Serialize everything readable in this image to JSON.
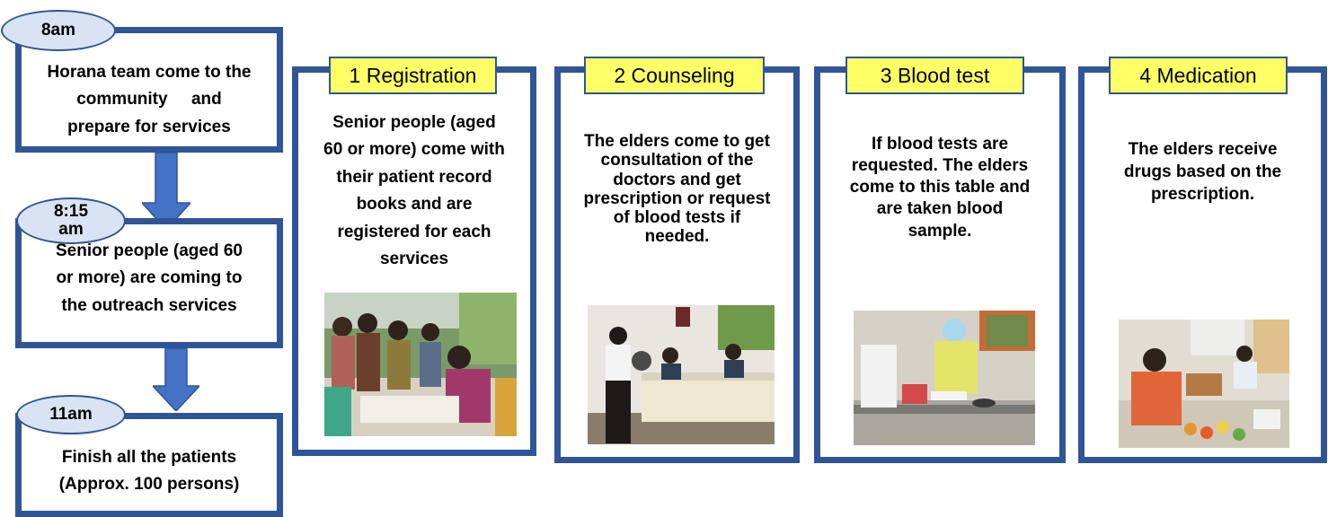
{
  "timeline": [
    {
      "time": "8am",
      "text_lines": [
        "Horana team come to the",
        "community     and",
        "prepare for services"
      ]
    },
    {
      "time_lines": [
        "8:15",
        "am"
      ],
      "text_lines": [
        "Senior people (aged 60",
        "or more) are coming to",
        "the outreach services"
      ]
    },
    {
      "time": "11am",
      "text_lines": [
        "Finish all the patients",
        "(Approx. 100 persons)"
      ]
    }
  ],
  "steps": [
    {
      "label": "1 Registration",
      "text_lines": [
        "Senior people (aged",
        "60 or more) come with",
        "their patient record",
        "books and are",
        "registered for each",
        "services"
      ],
      "photo_icon": "registration-photo"
    },
    {
      "label": "2 Counseling",
      "text_lines": [
        "The elders come to get",
        "consultation of the",
        "doctors and get",
        "prescription or request",
        "of blood tests if",
        "needed."
      ],
      "photo_icon": "counseling-photo"
    },
    {
      "label": "3 Blood test",
      "text_lines": [
        "If blood tests are",
        "requested.  The elders",
        "come to this table and",
        "are taken blood",
        "sample."
      ],
      "photo_icon": "blood-test-photo"
    },
    {
      "label": "4 Medication",
      "text_lines": [
        "The elders receive",
        "drugs based on the",
        "prescription."
      ],
      "photo_icon": "medication-photo"
    }
  ],
  "colors": {
    "border": "#2f5597",
    "oval_fill": "#dae3f3",
    "label_fill": "#ffff66",
    "arrow": "#4472c4"
  }
}
